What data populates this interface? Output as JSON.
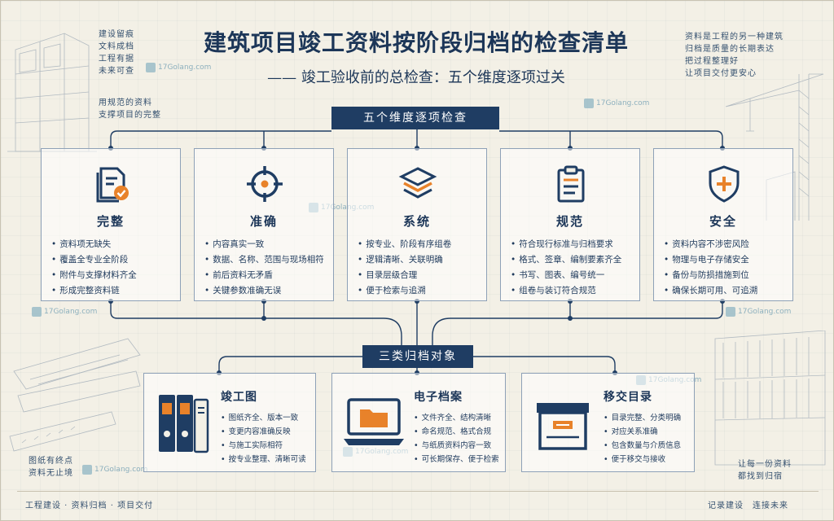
{
  "header": {
    "title": "建筑项目竣工资料按阶段归档的检查清单",
    "subtitle": "—— 竣工验收前的总检查：五个维度逐项过关"
  },
  "corner_notes": {
    "top_left": [
      "建设留痕",
      "文料成档",
      "工程有据",
      "未来可查"
    ],
    "left_mid": [
      "用规范的资料",
      "支撑项目的完整"
    ],
    "top_right": [
      "资料是工程的另一种建筑",
      "归档是质量的长期表达",
      "把过程整理好",
      "让项目交付更安心"
    ],
    "bottom_left": [
      "图纸有终点",
      "资料无止境"
    ],
    "bottom_right": [
      "让每一份资料",
      "都找到归宿"
    ]
  },
  "watermark": "17Golang.com",
  "dimensions_label": "五个维度逐项检查",
  "dimensions": [
    {
      "title": "完整",
      "icon": "document-check-icon",
      "items": [
        "资料项无缺失",
        "覆盖全专业全阶段",
        "附件与支撑材料齐全",
        "形成完整资料链"
      ]
    },
    {
      "title": "准确",
      "icon": "target-crosshair-icon",
      "items": [
        "内容真实一致",
        "数据、名称、范围与现场相符",
        "前后资料无矛盾",
        "关键参数准确无误"
      ]
    },
    {
      "title": "系统",
      "icon": "layers-icon",
      "items": [
        "按专业、阶段有序组卷",
        "逻辑清晰、关联明确",
        "目录层级合理",
        "便于检索与追溯"
      ]
    },
    {
      "title": "规范",
      "icon": "clipboard-list-icon",
      "items": [
        "符合现行标准与归档要求",
        "格式、签章、编制要素齐全",
        "书写、图表、编号统一",
        "组卷与装订符合规范"
      ]
    },
    {
      "title": "安全",
      "icon": "shield-plus-icon",
      "items": [
        "资料内容不涉密风险",
        "物理与电子存储安全",
        "备份与防损措施到位",
        "确保长期可用、可追溯"
      ]
    }
  ],
  "objects_label": "三类归档对象",
  "objects": [
    {
      "title": "竣工图",
      "icon": "binders-icon",
      "items": [
        "图纸齐全、版本一致",
        "变更内容准确反映",
        "与施工实际相符",
        "按专业整理、清晰可读"
      ]
    },
    {
      "title": "电子档案",
      "icon": "laptop-folder-icon",
      "items": [
        "文件齐全、结构清晰",
        "命名规范、格式合规",
        "与纸质资料内容一致",
        "可长期保存、便于检索"
      ]
    },
    {
      "title": "移交目录",
      "icon": "archive-box-icon",
      "items": [
        "目录完整、分类明确",
        "对应关系准确",
        "包含数量与介质信息",
        "便于移交与接收"
      ]
    }
  ],
  "footer": {
    "left": "工程建设 · 资料归档 · 项目交付",
    "right": "记录建设　连接未来"
  },
  "colors": {
    "navy": "#1f3d63",
    "accent": "#e8822a",
    "paper": "#f3f0e6"
  }
}
